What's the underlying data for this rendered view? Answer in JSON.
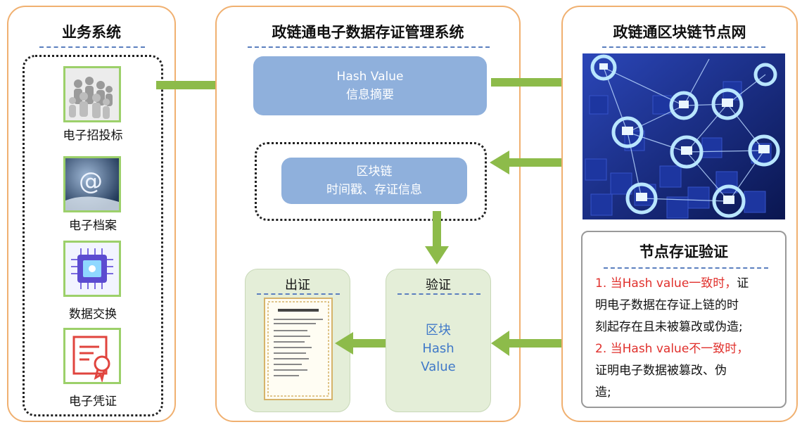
{
  "left_panel": {
    "title": "业务系统",
    "items": [
      {
        "label": "电子招投标",
        "icon": "people-figures-icon"
      },
      {
        "label": "电子档案",
        "icon": "at-sign-icon"
      },
      {
        "label": "数据交换",
        "icon": "chip-icon"
      },
      {
        "label": "电子凭证",
        "icon": "certificate-icon"
      }
    ]
  },
  "middle_panel": {
    "title": "政链通电子数据存证管理系统",
    "hash_box": {
      "line1": "Hash Value",
      "line2": "信息摘要"
    },
    "chain_box": {
      "line1": "区块链",
      "line2": "时间戳、存证信息"
    },
    "issue_box": {
      "title": "出证"
    },
    "verify_box": {
      "title": "验证",
      "line1": "区块",
      "line2": "Hash",
      "line3": "Value"
    }
  },
  "right_panel": {
    "title": "政链通区块链节点网",
    "network_icon": "blockchain-network-icon",
    "node_verify": {
      "title": "节点存证验证",
      "item1_red": "1. 当Hash value一致时，",
      "item1_rest_a": "证",
      "item1_rest_b": "明电子数据在存证上链的时",
      "item1_rest_c": "刻起存在且未被篡改或伪造;",
      "item2_red": "2. 当Hash value不一致时，",
      "item2_rest_a": "证明电子数据被篡改、伪",
      "item2_rest_b": "造;"
    }
  },
  "colors": {
    "panel_border": "#f0b070",
    "arrow_green": "#8dbb4a",
    "box_blue": "#8fb0dc",
    "text_red": "#e0302c",
    "dashed_blue": "#5b7fbf"
  }
}
